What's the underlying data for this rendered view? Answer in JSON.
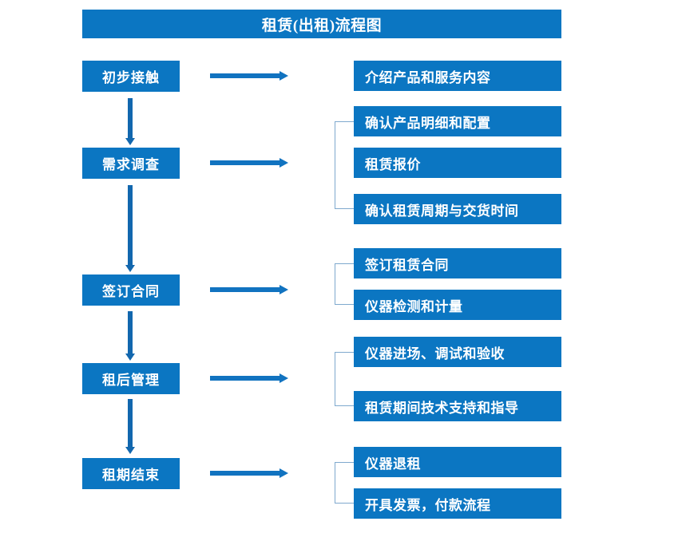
{
  "diagram": {
    "title": "租赁(出租)流程图",
    "accent_color": "#0B76C2",
    "arrow_color": "#1173C0",
    "bracket_color": "#7FA9CE",
    "text_color": "#FFFFFF"
  },
  "stages": [
    {
      "label": "初步接触"
    },
    {
      "label": "需求调查"
    },
    {
      "label": "签订合同"
    },
    {
      "label": "租后管理"
    },
    {
      "label": "租期结束"
    }
  ],
  "details": [
    {
      "label": "介绍产品和服务内容"
    },
    {
      "label": "确认产品明细和配置"
    },
    {
      "label": "租赁报价"
    },
    {
      "label": "确认租赁周期与交货时间"
    },
    {
      "label": "签订租赁合同"
    },
    {
      "label": "仪器检测和计量"
    },
    {
      "label": "仪器进场、调试和验收"
    },
    {
      "label": "租赁期间技术支持和指导"
    },
    {
      "label": "仪器退租"
    },
    {
      "label": "开具发票，付款流程"
    }
  ]
}
